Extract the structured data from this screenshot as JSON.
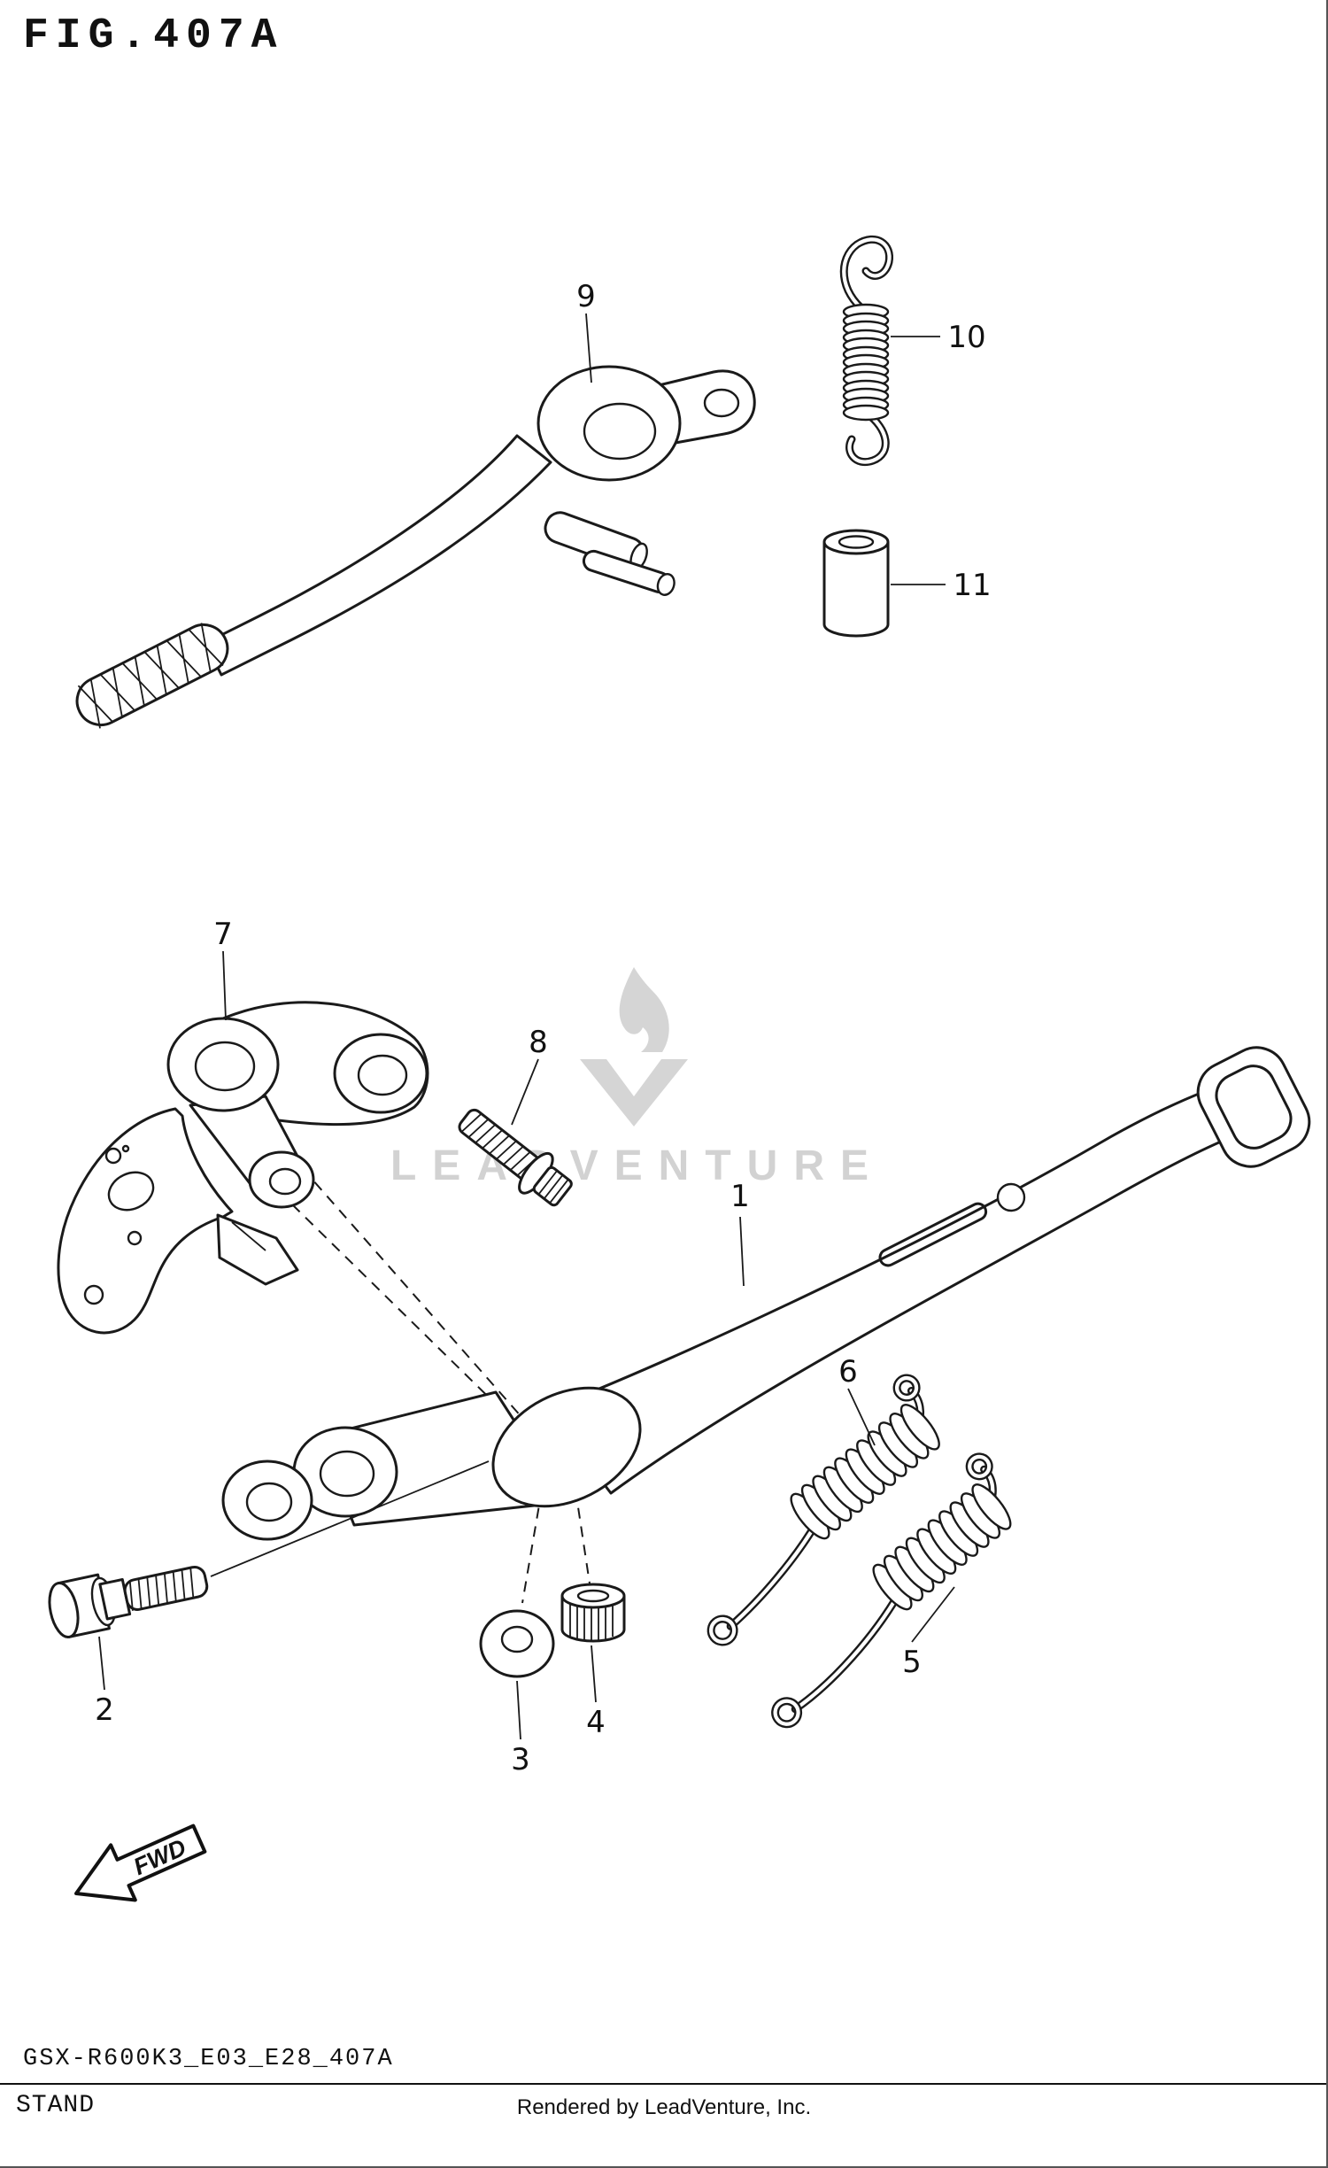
{
  "page": {
    "title": "FIG.407A",
    "bg_color": "#ffffff",
    "line_color": "#1a1a1a"
  },
  "callouts": {
    "p1": "1",
    "p2": "2",
    "p3": "3",
    "p4": "4",
    "p5": "5",
    "p6": "6",
    "p7": "7",
    "p8": "8",
    "p9": "9",
    "p10": "10",
    "p11": "11"
  },
  "fwd": {
    "label": "FWD"
  },
  "watermark": {
    "text": "LEADVENTURE",
    "color": "#d2d2d2"
  },
  "footer": {
    "code": "GSX-R600K3_E03_E28_407A",
    "name": "STAND",
    "credit": "Rendered by LeadVenture, Inc."
  }
}
